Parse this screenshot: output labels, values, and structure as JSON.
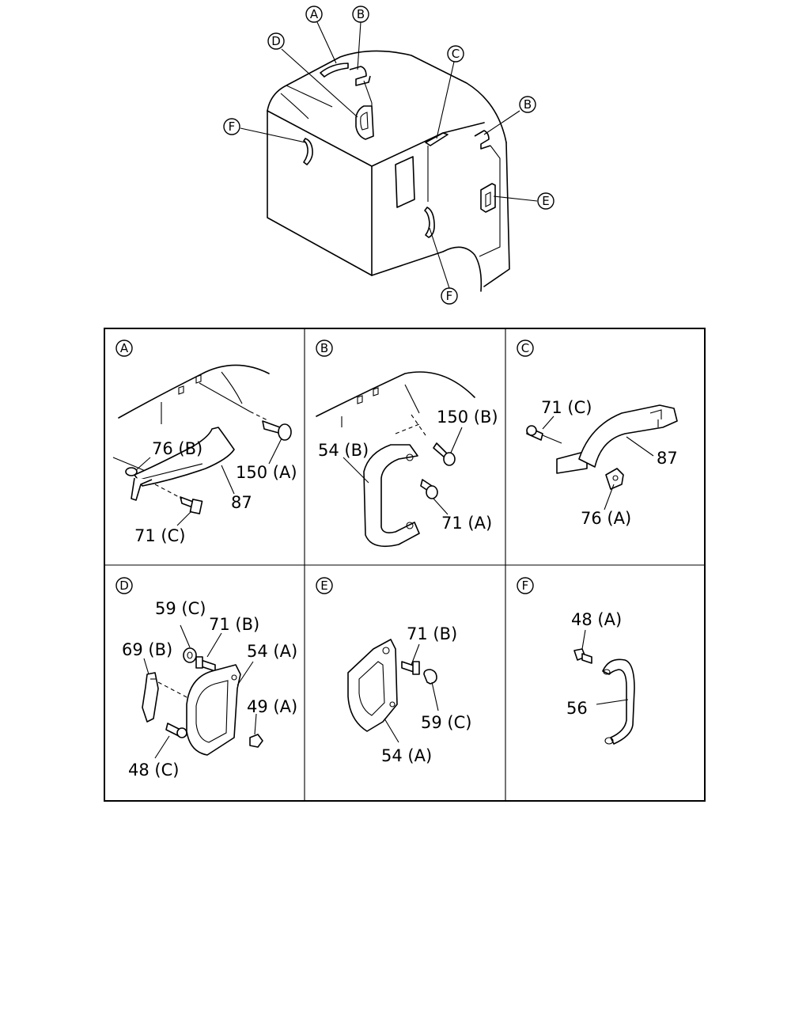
{
  "callouts": {
    "a": "A",
    "b": "B",
    "c": "C",
    "d": "D",
    "e": "E",
    "f": "F"
  },
  "panels": {
    "a": {
      "tag": "A",
      "labels": [
        "76 (B)",
        "150 (A)",
        "87",
        "71 (C)"
      ]
    },
    "b": {
      "tag": "B",
      "labels": [
        "150 (B)",
        "54 (B)",
        "71 (A)"
      ]
    },
    "c": {
      "tag": "C",
      "labels": [
        "71 (C)",
        "87",
        "76 (A)"
      ]
    },
    "d": {
      "tag": "D",
      "labels": [
        "59 (C)",
        "71 (B)",
        "69 (B)",
        "54 (A)",
        "49 (A)",
        "48 (C)"
      ]
    },
    "e": {
      "tag": "E",
      "labels": [
        "71 (B)",
        "59 (C)",
        "54 (A)"
      ]
    },
    "f": {
      "tag": "F",
      "labels": [
        "48 (A)",
        "56"
      ]
    }
  }
}
